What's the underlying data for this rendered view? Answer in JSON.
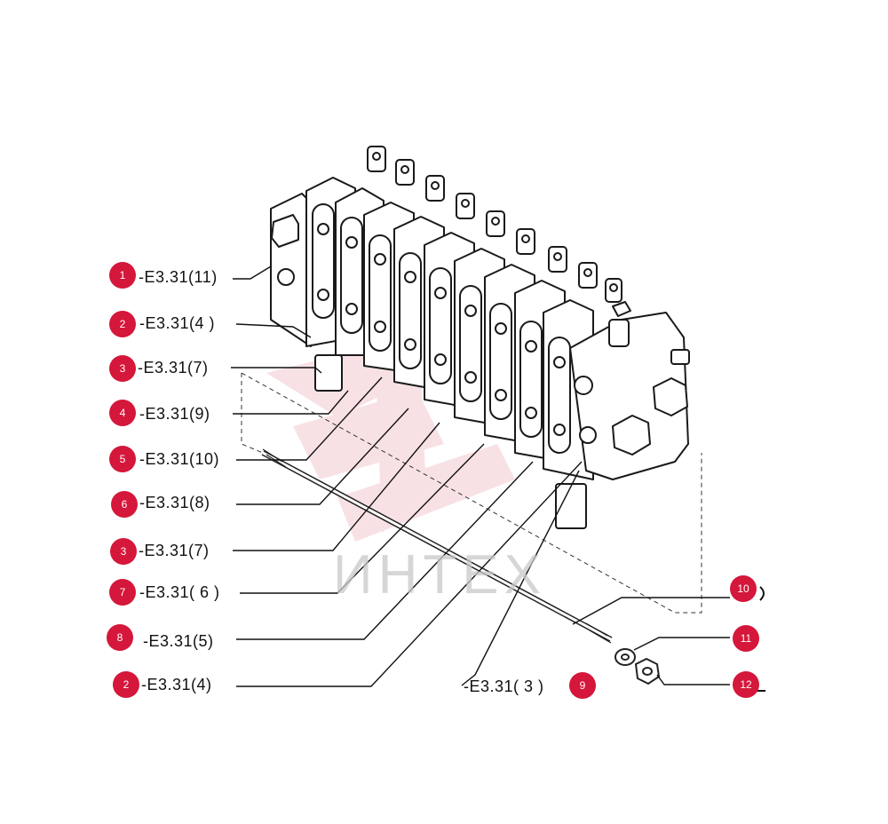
{
  "diagram": {
    "watermark": "ИНТЕХ",
    "accent_color": "#d4173a",
    "callouts": [
      {
        "num": "1",
        "label": "-E3.31(11)"
      },
      {
        "num": "2",
        "label": "-E3.31(4 )"
      },
      {
        "num": "3",
        "label": "-E3.31(7)"
      },
      {
        "num": "4",
        "label": "-E3.31(9)"
      },
      {
        "num": "5",
        "label": "-E3.31(10)"
      },
      {
        "num": "6",
        "label": "-E3.31(8)"
      },
      {
        "num": "3",
        "label": "-E3.31(7)"
      },
      {
        "num": "7",
        "label": "-E3.31( 6 )"
      },
      {
        "num": "8",
        "label": "-E3.31(5)"
      },
      {
        "num": "2",
        "label": "-E3.31(4)"
      },
      {
        "num": "9",
        "label": "-E3.31( 3 )"
      },
      {
        "num": "10",
        "label": ""
      },
      {
        "num": "11",
        "label": ""
      },
      {
        "num": "12",
        "label": ""
      }
    ]
  }
}
